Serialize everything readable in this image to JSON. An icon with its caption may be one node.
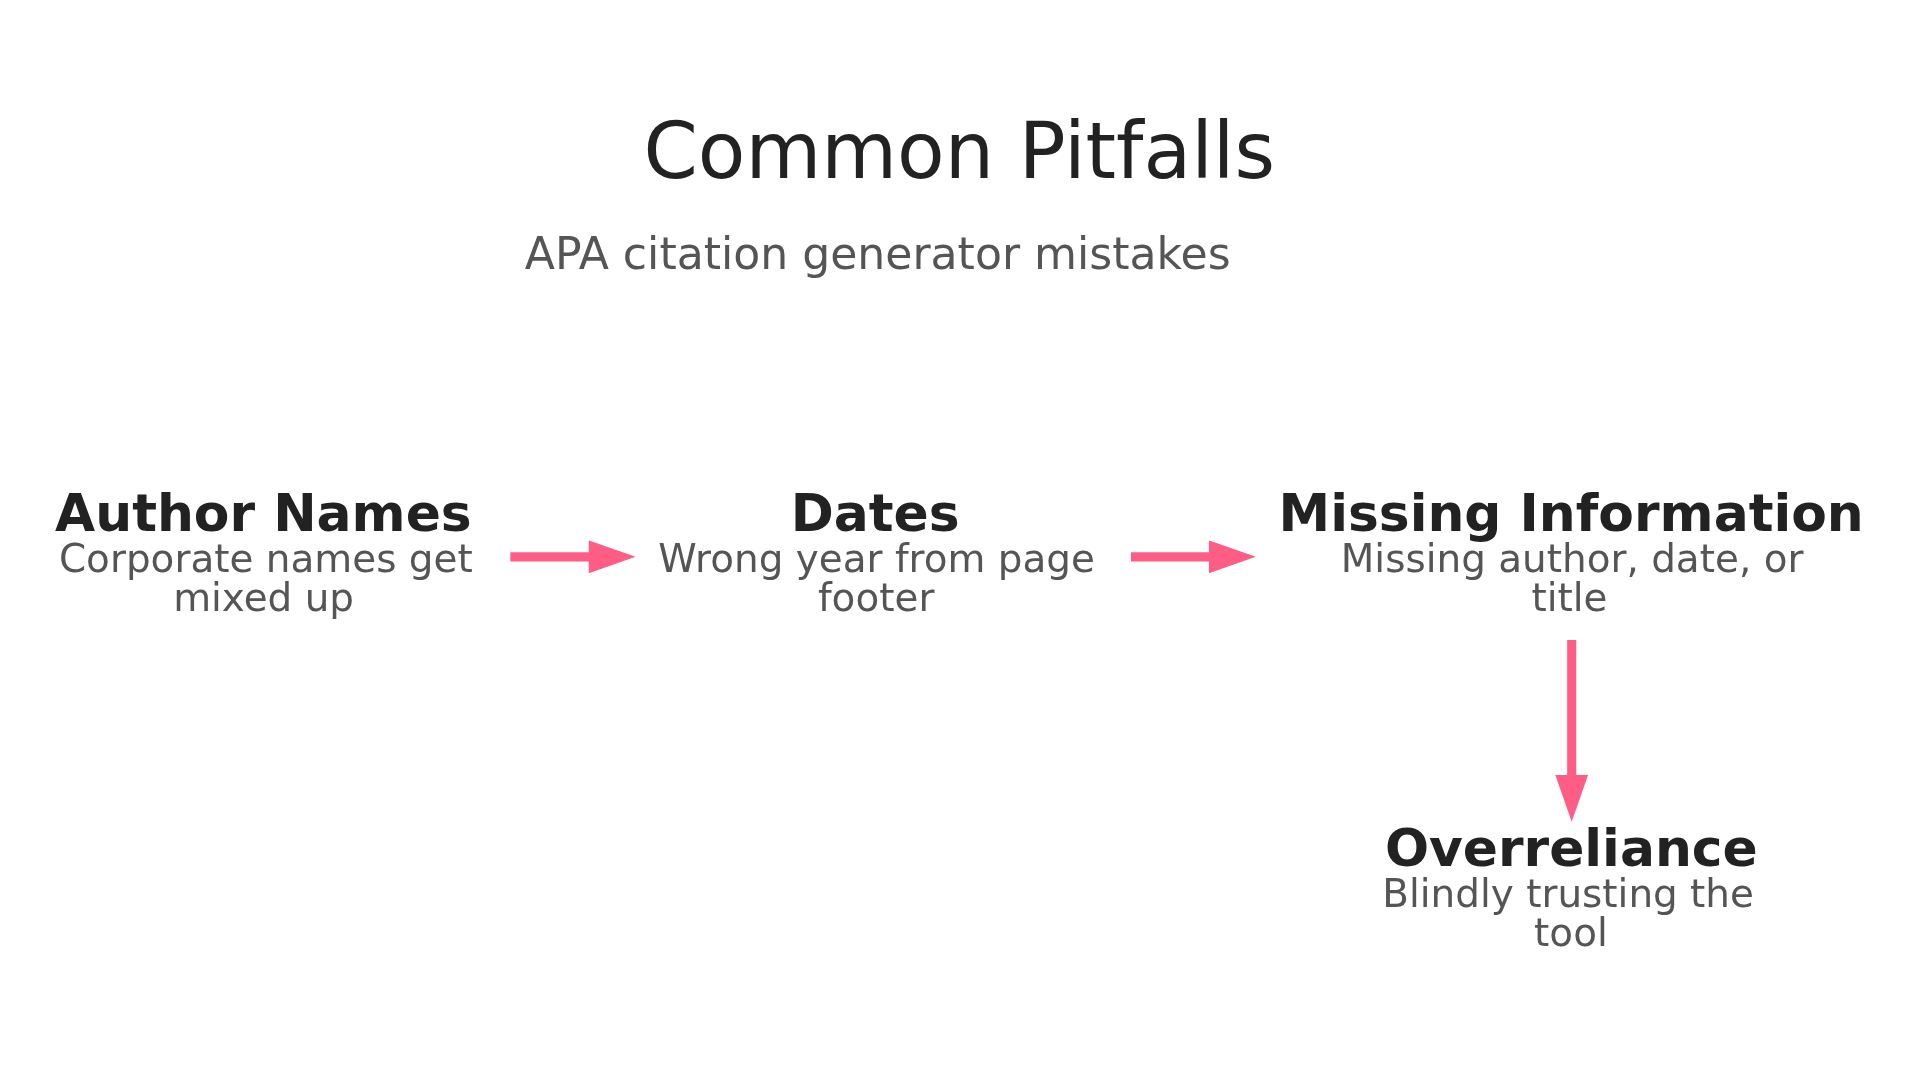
{
  "diagram": {
    "title": "Common Pitfalls",
    "nodes": [
      {
        "text": [
          "Author Names",
          "Corporate names get mixed up"
        ]
      },
      {
        "text": [
          "Dates",
          "Wrong year from page footer"
        ]
      },
      {
        "text": [
          "Missing Information",
          "Missing author, date, or title"
        ]
      },
      {
        "text": [
          "Overreliance",
          "Blindly trusting the tool"
        ]
      }
    ],
    "edges": [
      {
        "from": 0,
        "to": 1,
        "arrow": "to"
      },
      {
        "from": 1,
        "to": 2,
        "arrow": "to"
      },
      {
        "from": 2,
        "to": 3,
        "arrow": "to"
      }
    ],
    "labels": [
      "APA citation generator mistakes"
    ]
  }
}
